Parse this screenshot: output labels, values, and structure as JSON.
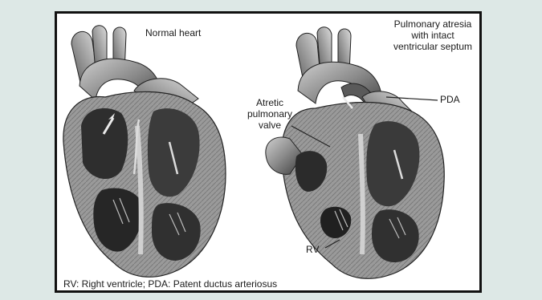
{
  "labels": {
    "normal_heart": "Normal heart",
    "atresia_line1": "Pulmonary atresia",
    "atresia_line2": "with intact",
    "atresia_line3": "ventricular septum",
    "pda": "PDA",
    "atretic_line1": "Atretic",
    "atretic_line2": "pulmonary",
    "atretic_line3": "valve",
    "rv": "RV"
  },
  "caption": "RV: Right ventricle; PDA: Patent ductus arteriosus",
  "colors": {
    "background": "#dde8e6",
    "panel": "#ffffff",
    "border": "#111111",
    "heart_dark": "#3a3a3a",
    "heart_mid": "#7a7a7a",
    "heart_light": "#b5b5b5"
  }
}
